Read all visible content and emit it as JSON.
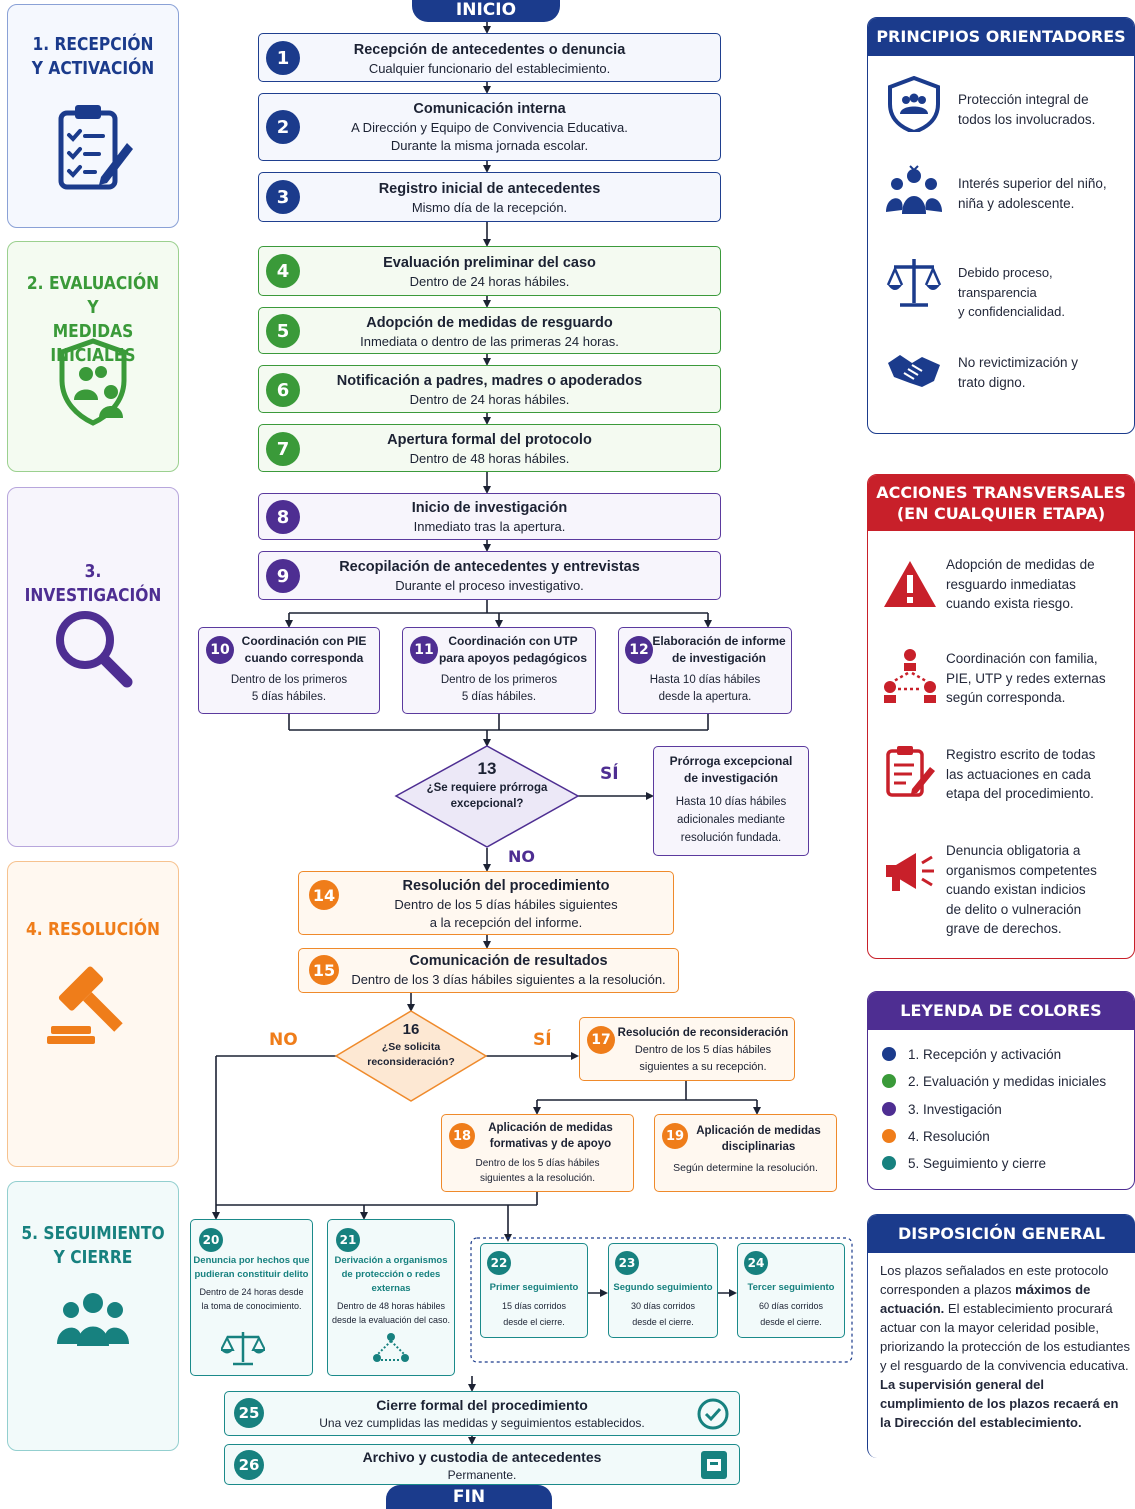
{
  "colors": {
    "blue": "#1b3b8c",
    "green": "#3a9a39",
    "purple": "#4e2e92",
    "orange": "#ef7d1a",
    "teal": "#17817f",
    "red": "#c8202a"
  },
  "terminals": {
    "start": "INICIO",
    "end": "FIN"
  },
  "phases": [
    {
      "title": "1. RECEPCIÓN\nY ACTIVACIÓN",
      "icon": "clipboard-checklist-icon"
    },
    {
      "title": "2. EVALUACIÓN Y\nMEDIDAS INICIALES",
      "icon": "shield-people-icon"
    },
    {
      "title": "3. INVESTIGACIÓN",
      "icon": "magnifier-icon"
    },
    {
      "title": "4. RESOLUCIÓN",
      "icon": "gavel-icon"
    },
    {
      "title": "5. SEGUIMIENTO\nY CIERRE",
      "icon": "group-icon"
    }
  ],
  "steps": [
    {
      "n": "1",
      "title": "Recepción de antecedentes o denuncia",
      "desc": "Cualquier funcionario del establecimiento."
    },
    {
      "n": "2",
      "title": "Comunicación interna",
      "desc": "A Dirección y Equipo de Convivencia Educativa.\nDurante la misma jornada escolar."
    },
    {
      "n": "3",
      "title": "Registro inicial de antecedentes",
      "desc": "Mismo día de la recepción."
    },
    {
      "n": "4",
      "title": "Evaluación preliminar del caso",
      "desc": "Dentro de 24 horas hábiles."
    },
    {
      "n": "5",
      "title": "Adopción de medidas de resguardo",
      "desc": "Inmediata o dentro de las primeras 24 horas."
    },
    {
      "n": "6",
      "title": "Notificación a padres, madres o apoderados",
      "desc": "Dentro de 24 horas hábiles."
    },
    {
      "n": "7",
      "title": "Apertura formal del protocolo",
      "desc": "Dentro de 48 horas hábiles."
    },
    {
      "n": "8",
      "title": "Inicio de investigación",
      "desc": "Inmediato tras la apertura."
    },
    {
      "n": "9",
      "title": "Recopilación de antecedentes y entrevistas",
      "desc": "Durante el proceso investigativo."
    },
    {
      "n": "10",
      "title": "Coordinación con PIE\ncuando corresponda",
      "desc": "Dentro de los primeros\n5 días hábiles."
    },
    {
      "n": "11",
      "title": "Coordinación con UTP\npara apoyos pedagógicos",
      "desc": "Dentro de los primeros\n5 días hábiles."
    },
    {
      "n": "12",
      "title": "Elaboración de informe\nde investigación",
      "desc": "Hasta 10 días hábiles\ndesde la apertura."
    },
    {
      "n": "13",
      "title": "¿Se requiere prórroga\nexcepcional?",
      "desc": ""
    },
    {
      "n": "",
      "title": "Prórroga excepcional\nde investigación",
      "desc": "Hasta 10 días hábiles\nadicionales mediante\nresolución fundada."
    },
    {
      "n": "14",
      "title": "Resolución del procedimiento",
      "desc": "Dentro de los 5 días hábiles siguientes\na la recepción del informe."
    },
    {
      "n": "15",
      "title": "Comunicación de resultados",
      "desc": "Dentro de los 3 días hábiles siguientes a la resolución."
    },
    {
      "n": "16",
      "title": "¿Se solicita\nreconsideración?",
      "desc": ""
    },
    {
      "n": "17",
      "title": "Resolución de reconsideración",
      "desc": "Dentro de los 5 días hábiles\nsiguientes a su recepción."
    },
    {
      "n": "18",
      "title": "Aplicación de medidas\nformativas y de apoyo",
      "desc": "Dentro de los 5 días hábiles\nsiguientes a la resolución."
    },
    {
      "n": "19",
      "title": "Aplicación de medidas\ndisciplinarias",
      "desc": "Según determine la resolución."
    },
    {
      "n": "20",
      "title": "Denuncia por hechos que\npudieran constituir delito",
      "desc": "Dentro de 24 horas desde\nla toma de conocimiento."
    },
    {
      "n": "21",
      "title": "Derivación a organismos\nde protección o redes\nexternas",
      "desc": "Dentro de 48 horas hábiles\ndesde la evaluación del caso."
    },
    {
      "n": "22",
      "title": "Primer seguimiento",
      "desc": "15 días corridos\ndesde el cierre."
    },
    {
      "n": "23",
      "title": "Segundo seguimiento",
      "desc": "30 días corridos\ndesde el cierre."
    },
    {
      "n": "24",
      "title": "Tercer seguimiento",
      "desc": "60 días corridos\ndesde el cierre."
    },
    {
      "n": "25",
      "title": "Cierre formal del procedimiento",
      "desc": "Una vez cumplidas las medidas y seguimientos establecidos."
    },
    {
      "n": "26",
      "title": "Archivo y custodia de antecedentes",
      "desc": "Permanente."
    }
  ],
  "branches": {
    "yes": "SÍ",
    "no": "NO"
  },
  "principles": {
    "title": "PRINCIPIOS ORIENTADORES",
    "items": [
      {
        "text": "Protección integral de\ntodos los involucrados.",
        "icon": "shield-people-icon"
      },
      {
        "text": "Interés superior del niño,\nniña y adolescente.",
        "icon": "family-icon"
      },
      {
        "text": "Debido proceso, transparencia\ny confidencialidad.",
        "icon": "scales-icon"
      },
      {
        "text": "No revictimización y\ntrato digno.",
        "icon": "handshake-icon"
      }
    ]
  },
  "transversal": {
    "title": "ACCIONES TRANSVERSALES\n(EN CUALQUIER ETAPA)",
    "items": [
      {
        "text": "Adopción de medidas de\nresguardo inmediatas\ncuando exista riesgo.",
        "icon": "warning-icon"
      },
      {
        "text": "Coordinación con familia,\nPIE, UTP y redes externas\nsegún corresponda.",
        "icon": "network-icon"
      },
      {
        "text": "Registro escrito de todas\nlas actuaciones en cada\netapa del procedimiento.",
        "icon": "clipboard-pen-icon"
      },
      {
        "text": "Denuncia obligatoria a\norganismos competentes\ncuando existan indicios\nde delito o vulneración\ngrave de derechos.",
        "icon": "megaphone-icon"
      }
    ]
  },
  "legend": {
    "title": "LEYENDA DE COLORES",
    "items": [
      {
        "label": "1. Recepción y activación",
        "color": "#1b3b8c"
      },
      {
        "label": "2. Evaluación y medidas iniciales",
        "color": "#3a9a39"
      },
      {
        "label": "3. Investigación",
        "color": "#4e2e92"
      },
      {
        "label": "4. Resolución",
        "color": "#ef7d1a"
      },
      {
        "label": "5. Seguimiento y cierre",
        "color": "#17817f"
      }
    ]
  },
  "general": {
    "title": "DISPOSICIÓN GENERAL",
    "text_start": "Los plazos señalados en este protocolo corresponden a plazos ",
    "text_bold1": "máximos de actuación.",
    "text_mid": " El establecimiento procurará actuar con la mayor celeridad posible, priorizando la protección de los estudiantes y el resguardo de la convivencia educativa. ",
    "text_bold2": "La supervisión general del cumplimiento de los plazos recaerá en la Dirección del establecimiento."
  }
}
